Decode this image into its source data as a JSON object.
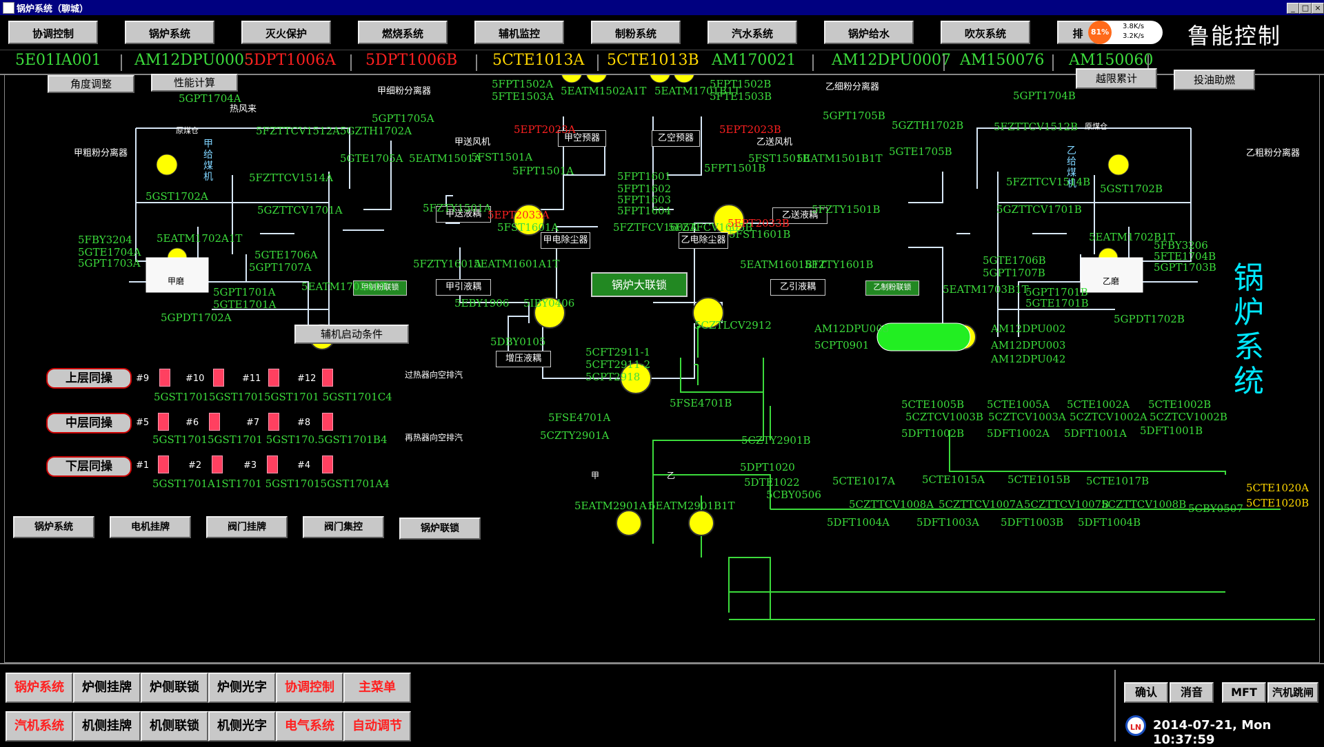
{
  "window": {
    "title": "锅炉系统（聊城）",
    "min": "_",
    "max": "□",
    "close": "×"
  },
  "nav": {
    "tabs": [
      "协调控制",
      "锅炉系统",
      "灭火保护",
      "燃烧系统",
      "辅机监控",
      "制粉系统",
      "汽水系统",
      "锅炉给水",
      "吹灰系统",
      "排"
    ],
    "brand": "鲁能控制",
    "cpu": "81%",
    "net_up": "3.8K/s",
    "net_down": "3.2K/s"
  },
  "status_codes": [
    {
      "text": "5E01IA001",
      "color": "#3cdc3c"
    },
    {
      "text": "AM12DPU0005",
      "color": "#3cdc3c"
    },
    {
      "text": "5DPT1006A",
      "color": "#ff2020"
    },
    {
      "text": "5DPT1006B",
      "color": "#ff2020"
    },
    {
      "text": "5CTE1013A",
      "color": "#ffd700"
    },
    {
      "text": "5CTE1013B",
      "color": "#ffd700"
    },
    {
      "text": "AM170021",
      "color": "#3cdc3c"
    },
    {
      "text": "AM12DPU0007",
      "color": "#3cdc3c"
    },
    {
      "text": "AM150076",
      "color": "#3cdc3c"
    },
    {
      "text": "AM150060",
      "color": "#3cdc3c"
    }
  ],
  "main": {
    "buttons": {
      "angle": "角度调整",
      "perf": "性能计算",
      "limit": "越限累计",
      "oil": "投油助燃",
      "aux_start": "辅机启动条件",
      "boiler_interlock": "锅炉大联锁"
    },
    "side_title": "锅炉系统",
    "sync": {
      "upper": "上层同操",
      "middle": "中层同操",
      "lower": "下层同操"
    },
    "upper_nums": [
      "#9",
      "#10",
      "#11",
      "#12"
    ],
    "middle_nums": [
      "#5",
      "#6",
      "#7",
      "#8"
    ],
    "lower_nums": [
      "#1",
      "#2",
      "#3",
      "#4"
    ],
    "upper_tags": "5GST17015GST17015GST1701 5GST1701C4",
    "middle_tags": "5GST17015GST1701 5GST170.5GST1701B4",
    "lower_tags": "5GST1701A1ST1701 5GST17015GST1701A4",
    "superheat_vent": "过热器向空排汽",
    "reheat_vent": "再热器向空排汽",
    "tabs": [
      "锅炉系统",
      "电机挂牌",
      "阀门挂牌",
      "阀门集控",
      "锅炉联锁"
    ]
  },
  "labels": {
    "a_fine_sep": "甲细粉分离器",
    "b_fine_sep": "乙细粉分离器",
    "a_coarse_sep": "甲粗粉分离器",
    "b_coarse_sep": "乙粗粉分离器",
    "a_coal_bunker": "原煤仓",
    "b_coal_bunker": "原煤仓",
    "a_feeder": "甲给煤机",
    "b_feeder": "乙给煤机",
    "hot_air": "热风来",
    "a_mill": "甲磨",
    "b_mill": "乙磨",
    "a_fan": "甲送风机",
    "b_fan": "乙送风机",
    "a_air_preheat": "甲空预器",
    "b_air_preheat": "乙空预器",
    "a_hydraulic": "甲送液耦",
    "b_hydraulic": "乙送液耦",
    "a_esp": "甲电除尘器",
    "b_esp": "乙电除尘器",
    "a_induced": "甲引液耦",
    "b_induced": "乙引液耦",
    "booster": "增压液耦",
    "a_mill_lock": "甲制粉联锁",
    "b_mill_lock": "乙制粉联锁",
    "jia": "甲",
    "yi": "乙"
  },
  "tags_green": [
    "5GPT1704A",
    "5GPT1705A",
    "5GZTH1702A",
    "5FZTTCV1512A",
    "5GTE1705A",
    "5FZTTCV1514A",
    "5GST1702A",
    "5GZTTCV1701A",
    "5FBY3204",
    "5GTE1704A",
    "5GPT1703A",
    "5EATM1702A1T",
    "5GTE1706A",
    "5GPT1707A",
    "5GPT1701A",
    "5GTE1701A",
    "5GPDT1702A",
    "5EATM1703A1T",
    "5FPT1502A",
    "5FTE1503A",
    "5EATM1502A1T",
    "5EATM1501A",
    "5FST1501A",
    "5FPT1501A",
    "5FZTY1501A",
    "5FST1601A",
    "5FZTY1601A",
    "5EATM1601A1T",
    "5EBY1906",
    "5IBY0406",
    "5DBY0105",
    "5FPT1601",
    "5FPT1602",
    "5FPT1603",
    "5FPT1604",
    "5FZTFCV1605A",
    "5FZTFCV1605B",
    "5FPT1502B",
    "5FTE1503B",
    "5EATM1701B1T",
    "5FPT1501B",
    "5FST1501B",
    "5EATM1501B1T",
    "5FZTY1501B",
    "5FST1601B",
    "5EATM1601B1T",
    "5FZTY1601B",
    "5GPT1704B",
    "5GPT1705B",
    "5GZTH1702B",
    "5FZTTCV1512B",
    "5GTE1705B",
    "5FZTTCV1514B",
    "5GST1702B",
    "5GZTTCV1701B",
    "5EATM1702B1T",
    "5FBY3206",
    "5FTE1704B",
    "5GPT1703B",
    "5GTE1706B",
    "5GPT1707B",
    "5EATM1703B1T",
    "5GPT1701B",
    "5GTE1701B",
    "5GPDT1702B",
    "5CZTLCV2912",
    "5CFT2911-1",
    "5CFT2911-2",
    "5CPT2918",
    "5FSE4701A",
    "5FSE4701B",
    "5CZTY2901A",
    "5CZTY2901B",
    "5DPT1020",
    "5DTE1022",
    "5CBY0506",
    "5EATM2901A1",
    "5EATM2901B1T",
    "AM12DPU003",
    "AM12DPU002",
    "AM12DPU003",
    "AM12DPU042",
    "5CPT0901",
    "5CTE1005B",
    "5CZTCV1003B",
    "5CTE1005A",
    "5CZTCV1003A",
    "5CTE1002A",
    "5CZTCV1002A",
    "5CTE1002B",
    "5CZTCV1002B",
    "5DFT1002B",
    "5DFT1002A",
    "5DFT1001A",
    "5DFT1001B",
    "5CTE1017A",
    "5CTE1015A",
    "5CTE1015B",
    "5CTE1017B",
    "5CZTTCV1008A",
    "5CZTTCV1007A",
    "5CZTTCV1007B",
    "5CZTTCV1008B",
    "5DFT1004A",
    "5DFT1003A",
    "5DFT1003B",
    "5DFT1004B",
    "5CBY0507"
  ],
  "tags_red": [
    "5EPT2023A",
    "5EPT2023B",
    "5EPT2033A",
    "5EPT2033B"
  ],
  "tags_yellow": [
    "5CTE1020A",
    "5CTE1020B"
  ],
  "bottom": {
    "row1": [
      "锅炉系统",
      "炉侧挂牌",
      "炉侧联锁",
      "炉侧光字",
      "协调控制",
      "主菜单"
    ],
    "row2": [
      "汽机系统",
      "机侧挂牌",
      "机侧联锁",
      "机侧光字",
      "电气系统",
      "自动调节"
    ],
    "confirm": "确认",
    "mute": "消音",
    "mft": "MFT",
    "trip": "汽机跳闸",
    "logo": "LN",
    "datetime": "2014-07-21, Mon  10:37:59"
  },
  "colors": {
    "green": "#3cdc3c",
    "red": "#ff2020",
    "yellow": "#ffd700",
    "pink": "#ff4060",
    "cyan": "#7fd4ff"
  }
}
